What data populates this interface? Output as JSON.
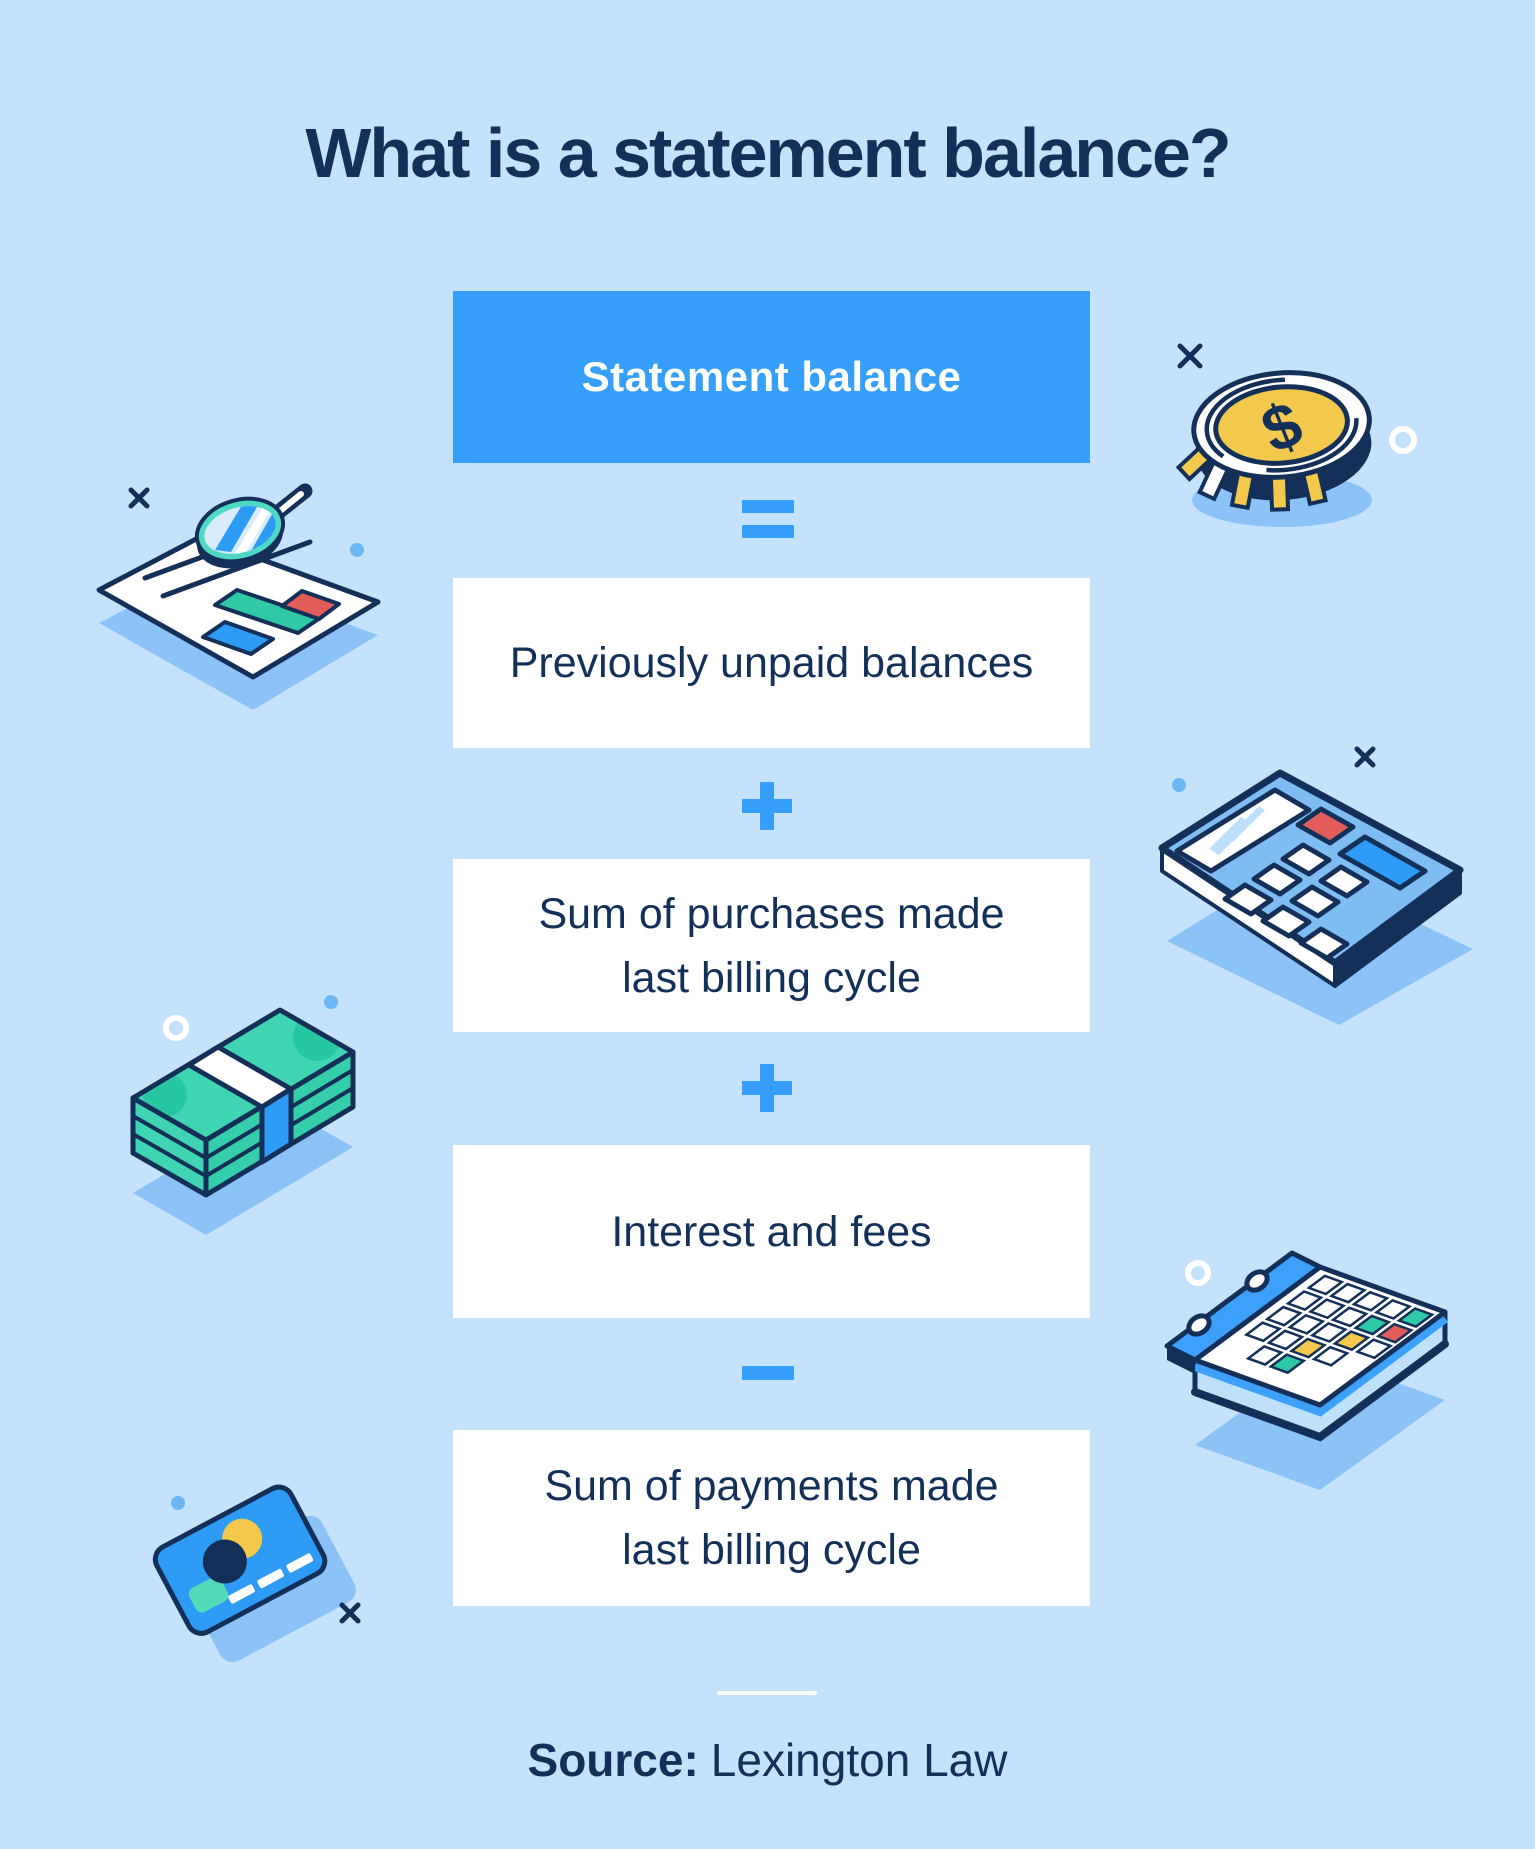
{
  "page": {
    "title": "What is a statement balance?",
    "background_color": "#c4e2fb"
  },
  "colors": {
    "accent_blue": "#359ffb",
    "navy": "#143059",
    "box_white": "#ffffff",
    "shadow_blue": "#8cc2f6",
    "teal": "#3fd4b4",
    "gold": "#f2c94c",
    "red": "#e25c5a",
    "mid_blue": "#2e9bf7",
    "light_blue": "#7fbcf2",
    "dot_blue": "#6db6f4"
  },
  "formula": {
    "result": "Statement balance",
    "operators": {
      "equals": "=",
      "plus1": "+",
      "plus2": "+",
      "minus": "−"
    },
    "terms": [
      {
        "line1": "Previously unpaid balances",
        "line2": ""
      },
      {
        "line1": "Sum of purchases made",
        "line2": "last billing cycle"
      },
      {
        "line1": "Interest and fees",
        "line2": ""
      },
      {
        "line1": "Sum of payments made",
        "line2": "last billing cycle"
      }
    ]
  },
  "source": {
    "prefix": "Source:",
    "name": "Lexington Law"
  },
  "illustrations": {
    "coin": "gold dollar coin",
    "magnifier": "magnifying glass over report",
    "calculator": "calculator",
    "money": "stack of cash",
    "calendar": "calendar",
    "card": "credit card"
  }
}
